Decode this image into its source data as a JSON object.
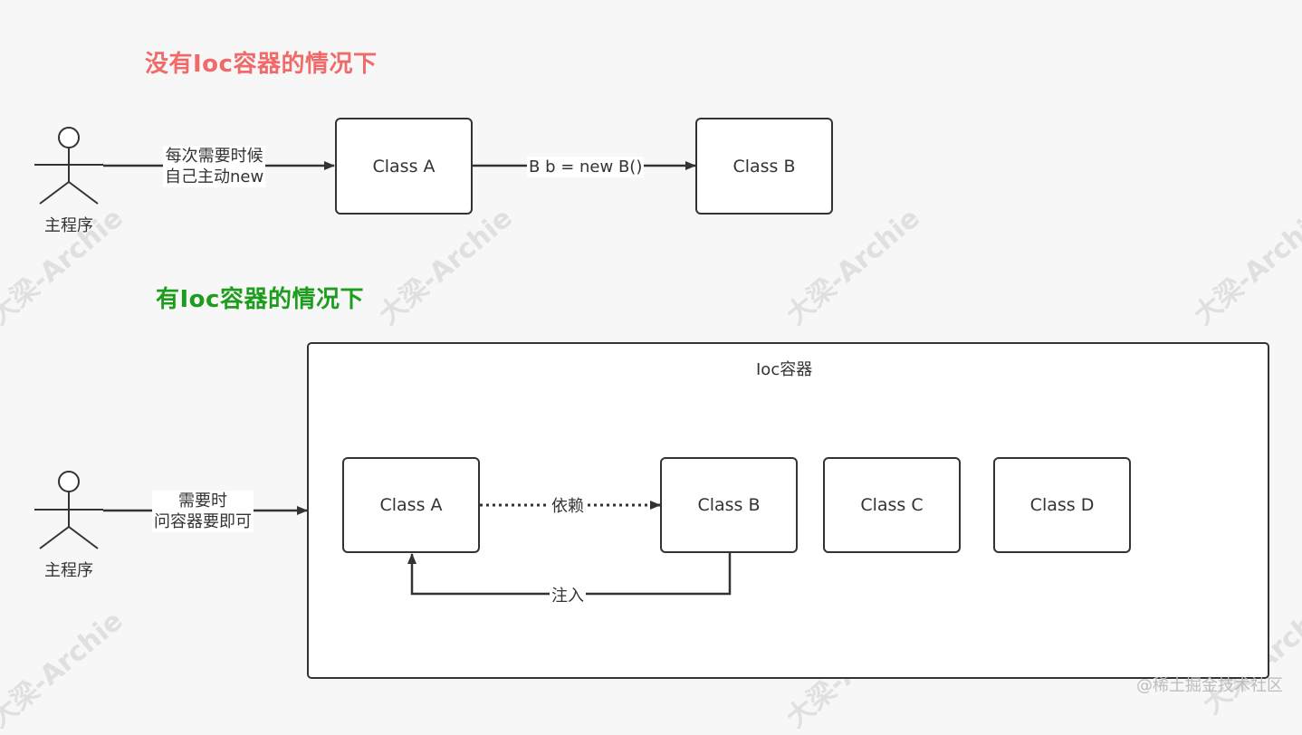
{
  "top_section": {
    "heading": "没有Ioc容器的情况下",
    "heading_color": "#f06a6a",
    "actor_label": "主程序",
    "arrow_label_line1": "每次需要时候",
    "arrow_label_line2": "自己主动new",
    "class_a": "Class A",
    "class_b": "Class B",
    "new_label": "B b = new B()"
  },
  "bottom_section": {
    "heading": "有Ioc容器的情况下",
    "heading_color": "#1e9c1e",
    "actor_label": "主程序",
    "arrow_label_line1": "需要时",
    "arrow_label_line2": "问容器要即可",
    "container_title": "Ioc容器",
    "class_a": "Class A",
    "class_b": "Class B",
    "class_c": "Class C",
    "class_d": "Class D",
    "depend_label": "依赖",
    "inject_label": "注入"
  },
  "watermark_text": "大梁-Archie",
  "footer_text": "@稀土掘金技术社区"
}
